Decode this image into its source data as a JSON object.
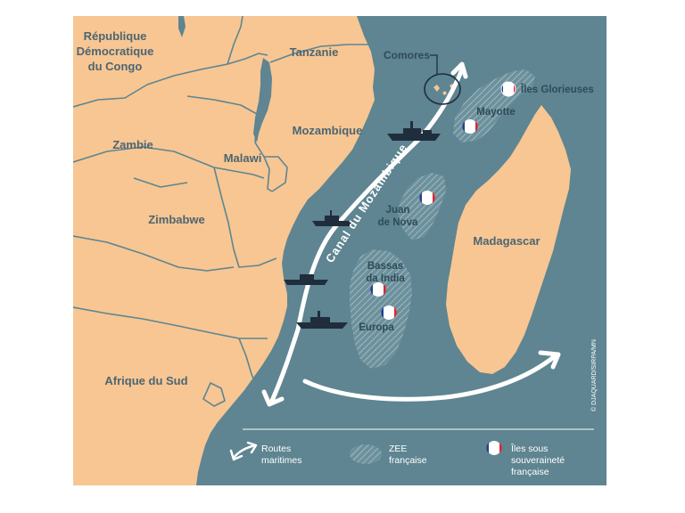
{
  "map": {
    "countries": {
      "rdc_line1": "République",
      "rdc_line2": "Démocratique",
      "rdc_line3": "du Congo",
      "tanzanie": "Tanzanie",
      "zambie": "Zambie",
      "malawi": "Malawi",
      "mozambique": "Mozambique",
      "zimbabwe": "Zimbabwe",
      "afrique_du_sud": "Afrique du Sud",
      "madagascar": "Madagascar"
    },
    "islands": {
      "comores": "Comores",
      "iles_glorieuses": "Îles Glorieuses",
      "mayotte": "Mayotte",
      "juan_de_nova_line1": "Juan",
      "juan_de_nova_line2": "de Nova",
      "bassas_line1": "Bassas",
      "bassas_line2": "da India",
      "europa": "Europa"
    },
    "channel_label": "Canal du Mozambique",
    "credit": "© DJAQUARD/SIRPA/MN"
  },
  "legend": {
    "routes_line1": "Routes",
    "routes_line2": "maritimes",
    "zee_line1": "ZEE",
    "zee_line2": "française",
    "iles_line1": "Îles sous",
    "iles_line2": "souveraineté",
    "iles_line3": "française"
  },
  "colors": {
    "sea": "#5e8591",
    "land": "#f7c693",
    "border": "#5e8591",
    "route": "#ffffff",
    "zee": "#cfdde2",
    "flag_blue": "#2a3f8e",
    "flag_red": "#e3232d"
  }
}
